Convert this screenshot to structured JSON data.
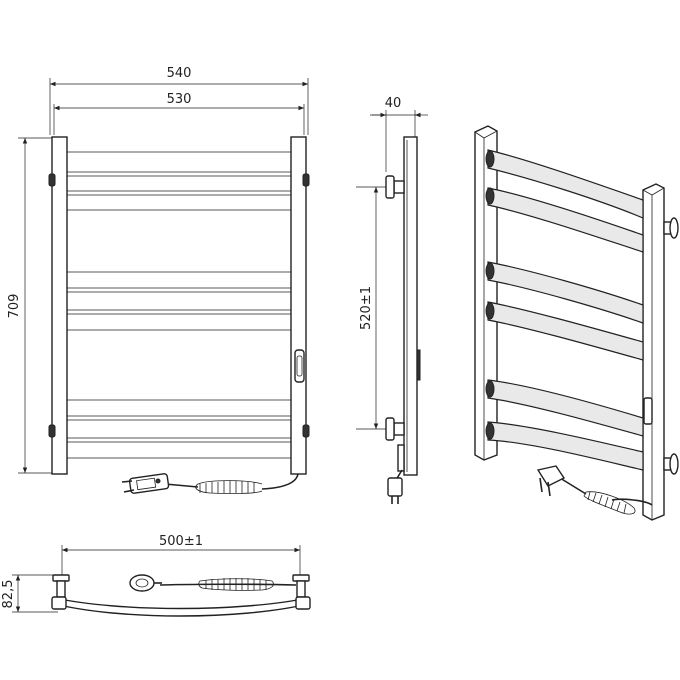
{
  "dimensions": {
    "total_width": "540",
    "bar_width": "530",
    "height": "709",
    "depth": "40",
    "mount_spacing": "520±1",
    "bottom_width": "500±1",
    "bottom_depth": "82,5"
  },
  "colors": {
    "line": "#222222",
    "background": "#ffffff"
  }
}
